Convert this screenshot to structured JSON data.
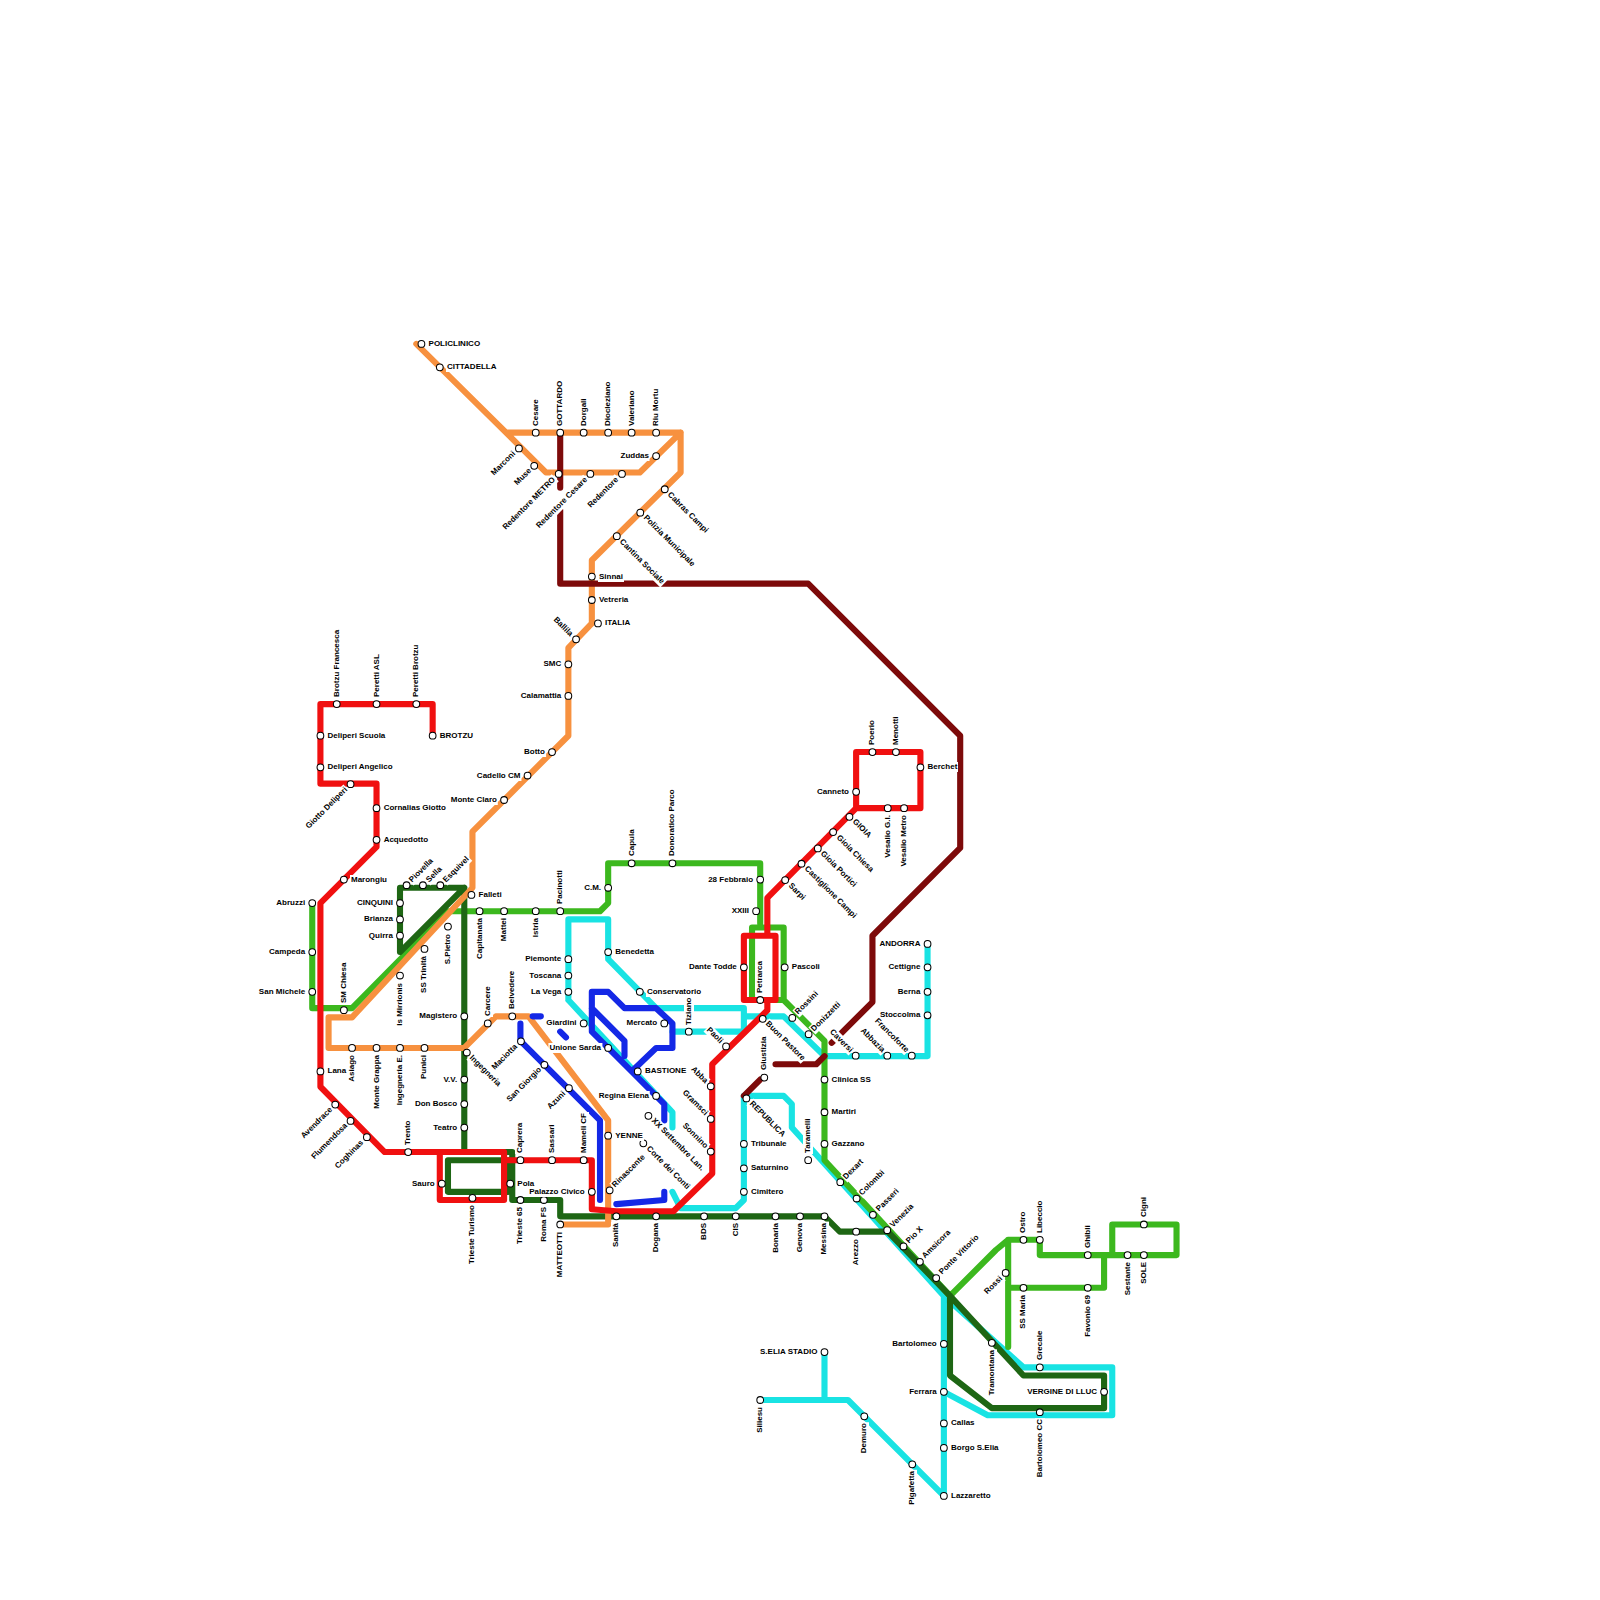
{
  "diagram": {
    "labels": [
      "POLICLINICO",
      "CITTADELLA",
      "Marconi",
      "Cesare",
      "GOTTARDO",
      "Dorgali",
      "Diocleziano",
      "Valeriano",
      "Riu Mortu",
      "Zuddas",
      "Muse",
      "Redentore METRO",
      "Redentore Cesare",
      "Redentore",
      "Cabras Campi",
      "Polizia Municipale",
      "Cantina Sociale",
      "Sinnai",
      "Vetreria",
      "ITALIA",
      "Ballila",
      "SMC",
      "Calamattia",
      "Botto",
      "Cadello CM",
      "Monte Claro",
      "Brotzu Francesca",
      "Peretti ASL",
      "Peretti Brotzu",
      "BROTZU",
      "Deliperi Scuola",
      "Deliperi Angelico",
      "Giotto Deliperi",
      "Cornalias Giotto",
      "Acquedotto",
      "Marongiu",
      "Abruzzi",
      "Campeda",
      "San Michele",
      "SM Chiesa",
      "Piovella",
      "Sella",
      "Esquivel",
      "CINQUINI",
      "Brianza",
      "Quirra",
      "Is Mirrionis",
      "SS Trinità",
      "S.Pietro",
      "Falleti",
      "Capitanata",
      "Mattei",
      "Istria",
      "Pacinotti",
      "C.M.",
      "Capula",
      "Donoratico Parco",
      "28 Febbraio",
      "XXIII",
      "Dante Todde",
      "Pascoli",
      "Petrarca",
      "Rossini",
      "Donizzetti",
      "Canneto",
      "Poerio",
      "Menotti",
      "Berchet",
      "Vesalio G.I.",
      "Vesalio Metro",
      "GIOIA",
      "Gioia Chiesa",
      "Gioia Portici",
      "Castiglione Campi",
      "Sarpi",
      "ANDORRA",
      "Cettigne",
      "Berna",
      "Stoccolma",
      "Francoforte",
      "Abbazia",
      "Caversi",
      "Benedetta",
      "Conservatorio",
      "Piemonte",
      "Toscana",
      "La Vega",
      "Tiziano",
      "Mercato",
      "Giardini",
      "Unione Sarda",
      "BASTIONE",
      "Paoli",
      "Buon Pastore",
      "Carcere",
      "Belvedere",
      "Magistero",
      "Asiago",
      "Monte Grappa",
      "Ingegneria E.",
      "Punici",
      "Lana",
      "Ingegneria",
      "Maciotta",
      "San Giorgio",
      "Azuni",
      "V.V.",
      "Don Bosco",
      "Teatro",
      "Avendrace",
      "Flumendosa",
      "Coghinas",
      "Trento",
      "Caprera",
      "Sassari",
      "Mameli CF",
      "YENNE",
      "Regina Elena",
      "XX Settembre Lan.",
      "Abba",
      "Gramsci",
      "Sonnino",
      "Giustizia",
      "REPUBLICA",
      "Clinica SS",
      "Martiri",
      "Gazzano",
      "Tribunale",
      "Saturnino",
      "Cimitero",
      "Taramelli",
      "Corte dei Conti",
      "Rinascente",
      "Sauro",
      "Pola",
      "Palazzo Civico",
      "Trieste Turismo",
      "Trieste 65",
      "Roma FS",
      "MATTEOTTI",
      "Sanità",
      "Dogana",
      "BDS",
      "CIS",
      "Bonaria",
      "Genova",
      "Messina",
      "Arezzo",
      "Dexart",
      "Colombi",
      "Passeri",
      "Venezia",
      "Pio X",
      "Amsicora",
      "Ponte Vittorio",
      "Rossi",
      "Ostro",
      "Libeccio",
      "Ghibli",
      "Cigni",
      "Sestante",
      "SOLE",
      "SS Maria",
      "Favonio 69",
      "Tramontana",
      "Grecale",
      "Bartolomeo",
      "VERGINE DI LLUC",
      "Bartolomeo CC",
      "Ferrara",
      "Callas",
      "Borgo S.Elia",
      "Lazzaretto",
      "S.ELIA STADIO",
      "Siliesu",
      "Demuro",
      "Pigafetta"
    ]
  }
}
